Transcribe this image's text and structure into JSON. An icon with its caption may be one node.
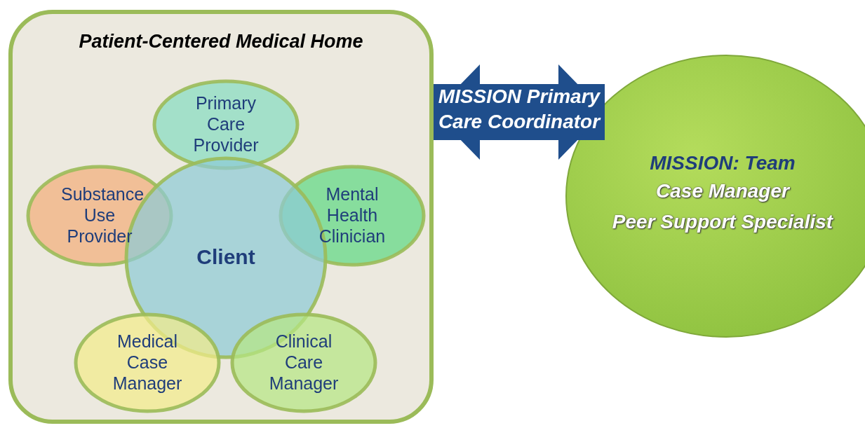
{
  "diagram": {
    "nodes": [
      {
        "text": [
          "Patient-Centered Medical Home"
        ]
      },
      {
        "text": [
          "Primary Care Provider"
        ],
        "in": 0
      },
      {
        "text": [
          "Substance Use Provider"
        ],
        "in": 0
      },
      {
        "text": [
          "Mental Health Clinician"
        ],
        "in": 0
      },
      {
        "text": [
          "Client"
        ],
        "in": 0
      },
      {
        "text": [
          "Medical Case Manager"
        ],
        "in": 0
      },
      {
        "text": [
          "Clinical Care Manager"
        ],
        "in": 0
      },
      {
        "text": [
          "MISSION: Team",
          "Case Manager",
          "Peer Support Specialist"
        ]
      }
    ],
    "edges": [
      {
        "from": 0,
        "to": 7,
        "arrow": "both",
        "label": "MISSION Primary Care Coordinator"
      }
    ]
  }
}
